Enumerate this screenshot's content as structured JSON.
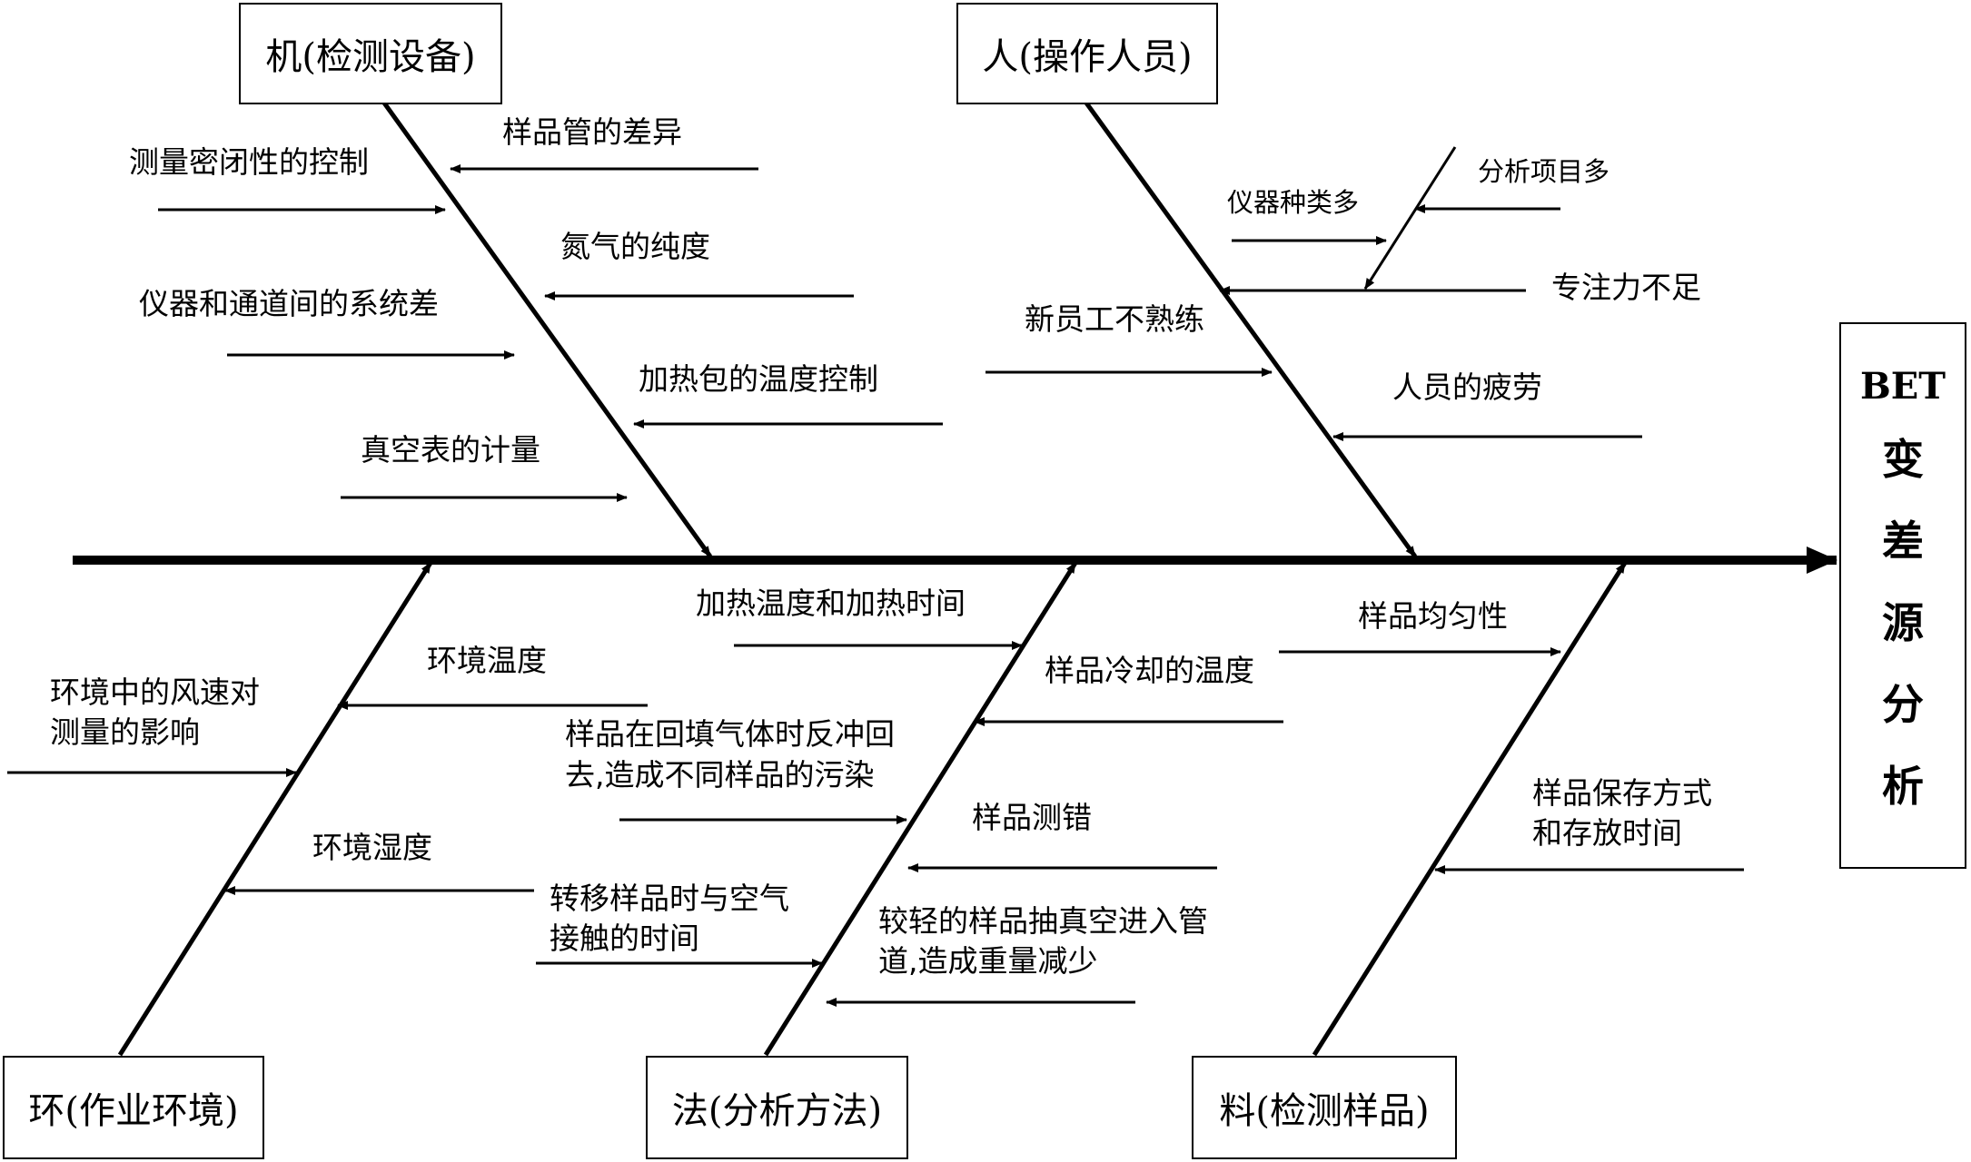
{
  "effect": {
    "line1": "BET",
    "chars": [
      "变",
      "差",
      "源",
      "分",
      "析"
    ]
  },
  "categories": {
    "machine": "机(检测设备)",
    "man": "人(操作人员)",
    "environment": "环(作业环境)",
    "method": "法(分析方法)",
    "material": "料(检测样品)"
  },
  "causes": {
    "machine": [
      "样品管的差异",
      "测量密闭性的控制",
      "氮气的纯度",
      "仪器和通道间的系统差",
      "加热包的温度控制",
      "真空表的计量"
    ],
    "man": [
      "分析项目多",
      "仪器种类多",
      "专注力不足",
      "新员工不熟练",
      "人员的疲劳"
    ],
    "environment": [
      "环境中的风速对",
      "测量的影响",
      "环境温度",
      "环境湿度"
    ],
    "method": [
      "加热温度和加热时间",
      "样品冷却的温度",
      "样品在回填气体时反冲回",
      "去,造成不同样品的污染",
      "样品测错",
      "转移样品时与空气",
      "接触的时间",
      "较轻的样品抽真空进入管",
      "道,造成重量减少"
    ],
    "material": [
      "样品均匀性",
      "样品保存方式",
      "和存放时间"
    ]
  }
}
